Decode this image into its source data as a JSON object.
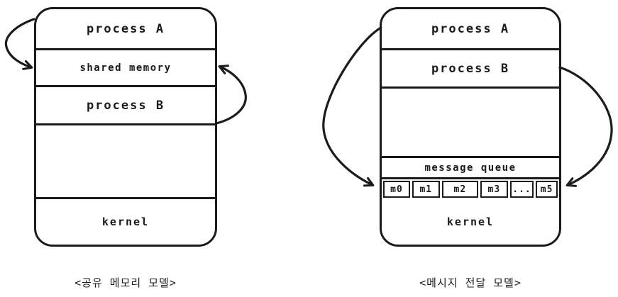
{
  "diagrams": [
    {
      "name": "shared-memory-model",
      "caption": "<공유 메모리 모델>",
      "rows": [
        "process A",
        "shared memory",
        "process B",
        "",
        "kernel"
      ]
    },
    {
      "name": "message-passing-model",
      "caption": "<메시지 전달 모델>",
      "rows": [
        "process A",
        "process B",
        "",
        "message queue",
        "kernel"
      ],
      "queue_cells": [
        "m0",
        "m1",
        "m2",
        "m3",
        "...",
        "m5"
      ]
    }
  ],
  "icons": {
    "left_model_arrows": [
      "curved-arrow-process-a-to-shared-memory",
      "curved-arrow-process-b-to-shared-memory"
    ],
    "right_model_arrows": [
      "curved-arrow-process-a-to-message-queue",
      "curved-arrow-process-b-to-message-queue"
    ]
  },
  "colors": {
    "stroke": "#1b1b1b",
    "background": "#ffffff"
  }
}
